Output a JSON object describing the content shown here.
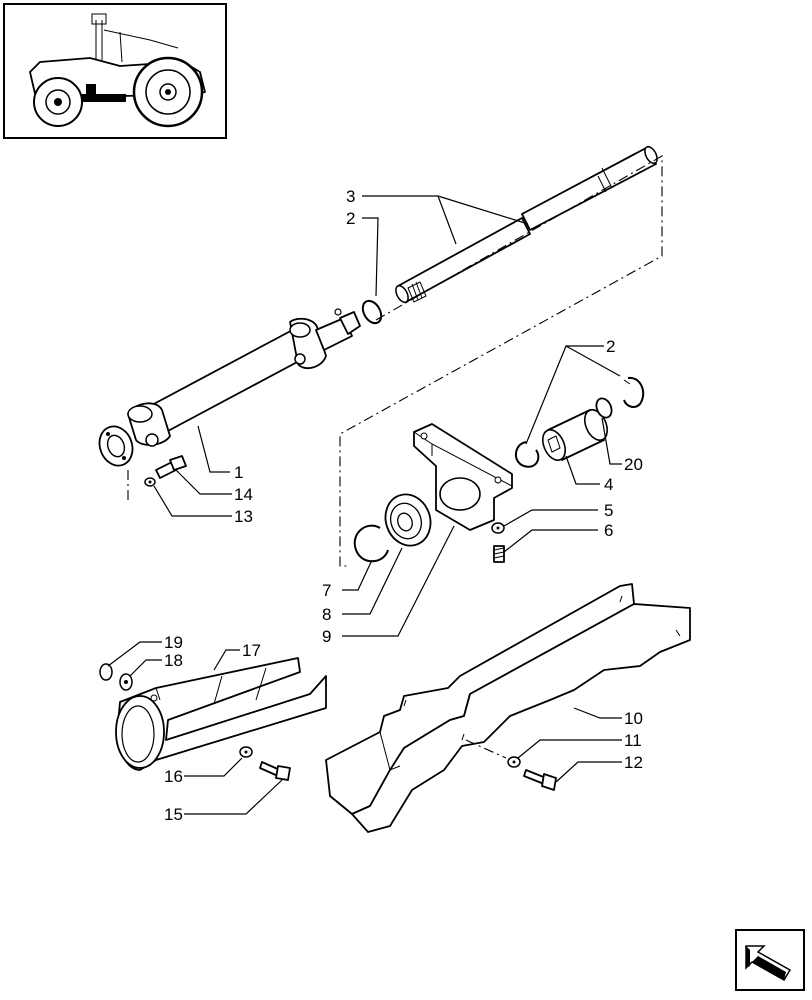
{
  "callouts": [
    {
      "id": "c3a",
      "text": "3"
    },
    {
      "id": "c2a",
      "text": "2"
    },
    {
      "id": "c2b",
      "text": "2"
    },
    {
      "id": "c20",
      "text": "20"
    },
    {
      "id": "c4",
      "text": "4"
    },
    {
      "id": "c5",
      "text": "5"
    },
    {
      "id": "c6",
      "text": "6"
    },
    {
      "id": "c1",
      "text": "1"
    },
    {
      "id": "c14",
      "text": "14"
    },
    {
      "id": "c13",
      "text": "13"
    },
    {
      "id": "c7",
      "text": "7"
    },
    {
      "id": "c8",
      "text": "8"
    },
    {
      "id": "c9",
      "text": "9"
    },
    {
      "id": "c19",
      "text": "19"
    },
    {
      "id": "c18",
      "text": "18"
    },
    {
      "id": "c17",
      "text": "17"
    },
    {
      "id": "c10",
      "text": "10"
    },
    {
      "id": "c11",
      "text": "11"
    },
    {
      "id": "c12",
      "text": "12"
    },
    {
      "id": "c16",
      "text": "16"
    },
    {
      "id": "c15",
      "text": "15"
    }
  ],
  "icons": {
    "thumbnail": "tractor-location-thumbnail",
    "nav": "next-page-arrow-icon"
  }
}
